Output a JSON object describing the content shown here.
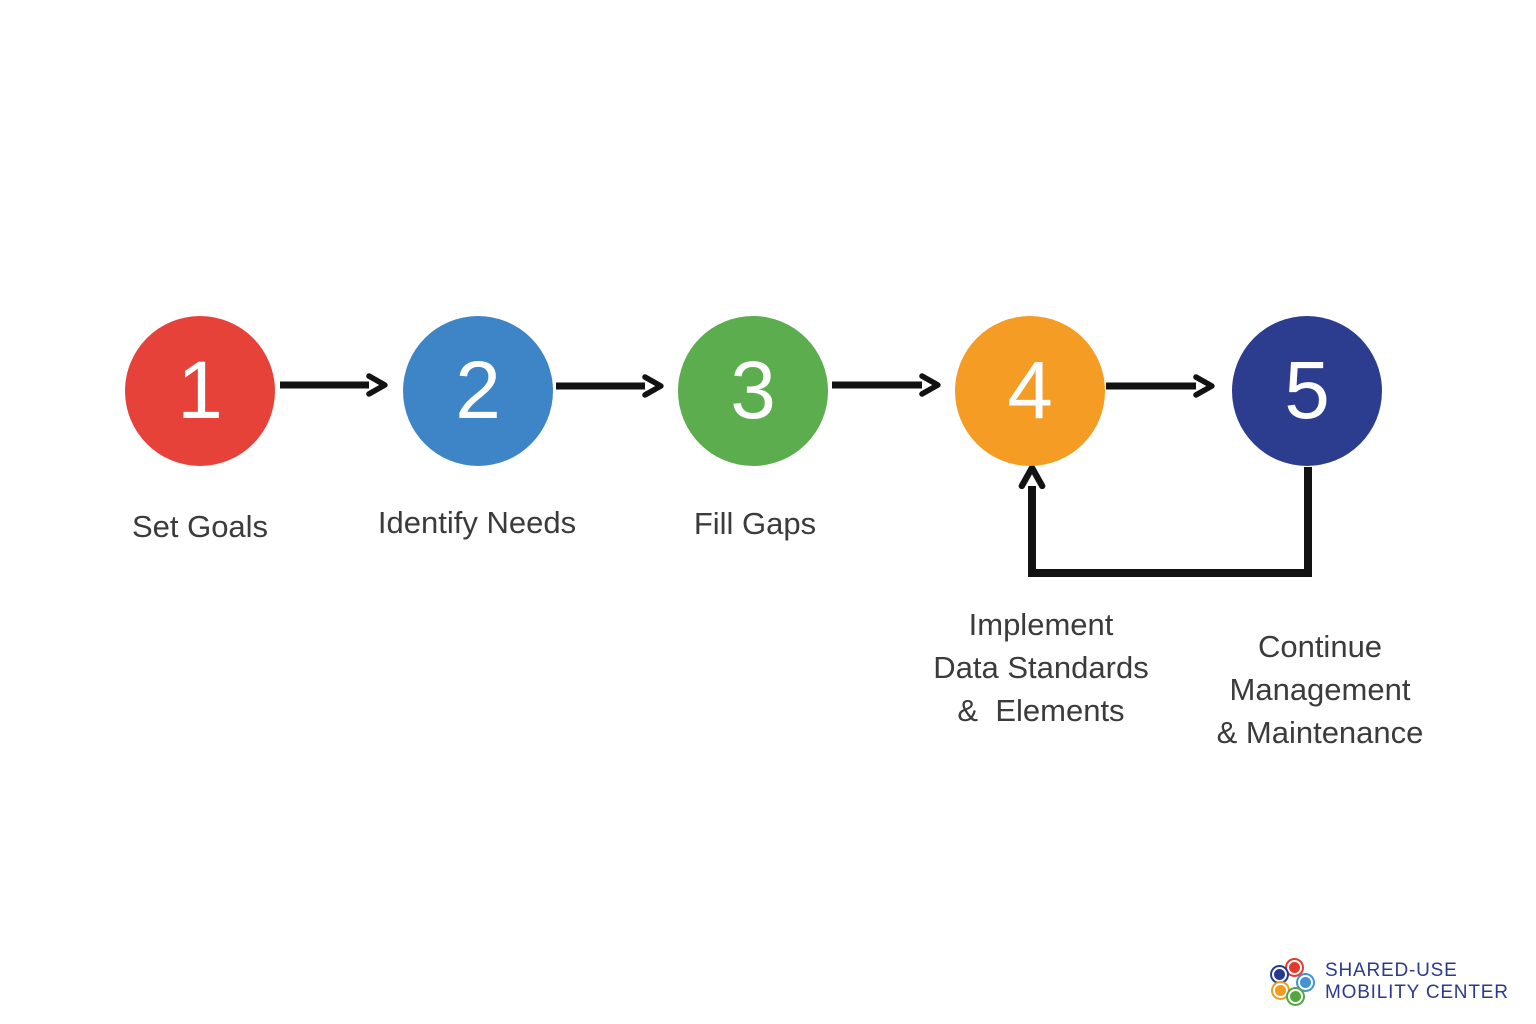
{
  "diagram": {
    "steps": [
      {
        "number": "1",
        "label": "Set Goals",
        "color": "#E7423A"
      },
      {
        "number": "2",
        "label": "Identify Needs",
        "color": "#3D85C6"
      },
      {
        "number": "3",
        "label": "Fill Gaps",
        "color": "#5CAD4D"
      },
      {
        "number": "4",
        "label": "Implement\nData Standards\n&  Elements",
        "color": "#F49C24"
      },
      {
        "number": "5",
        "label": "Continue\nManagement\n& Maintenance",
        "color": "#2C3D8F"
      }
    ],
    "number_color": "#ffffff",
    "label_color": "#3B3B3B",
    "arrow_color": "#121212"
  },
  "logo": {
    "name_line1": "SHARED-USE",
    "name_line2": "MOBILITY CENTER",
    "text_color": "#2B3A8C",
    "mark": [
      {
        "name": "red-circle",
        "color": "#E23A2E"
      },
      {
        "name": "navy-circle",
        "color": "#283A8F"
      },
      {
        "name": "blue-circle",
        "color": "#4293D2"
      },
      {
        "name": "orange-circle",
        "color": "#F29A1F"
      },
      {
        "name": "green-circle",
        "color": "#52A83E"
      }
    ]
  }
}
